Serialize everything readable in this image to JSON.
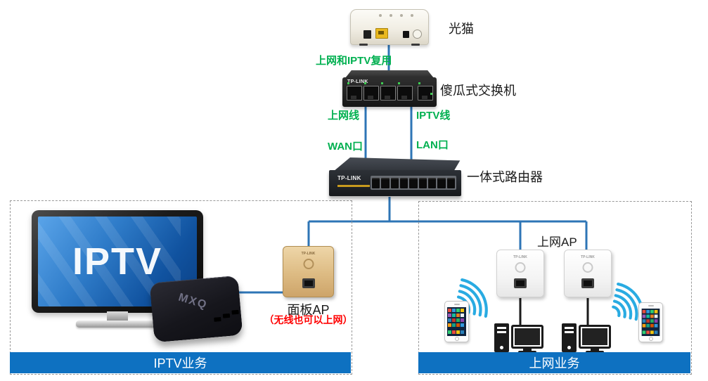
{
  "devices": {
    "modem": {
      "label": "光猫"
    },
    "switch": {
      "label": "傻瓜式交换机",
      "brand": "TP-LINK"
    },
    "router": {
      "label": "一体式路由器",
      "brand": "TP-LINK"
    },
    "panel_ap": {
      "label": "面板AP",
      "note": "（无线也可以上网）",
      "brand": "TP-LINK"
    },
    "internet_ap": {
      "label": "上网AP",
      "brand": "TP-LINK"
    },
    "tv": {
      "screen_text": "IPTV"
    },
    "stb": {
      "brand": "MXQ"
    }
  },
  "connections": {
    "modem_switch": "上网和IPTV复用",
    "internet_cable": "上网线",
    "iptv_cable": "IPTV线",
    "wan_port": "WAN口",
    "lan_port": "LAN口"
  },
  "zones": {
    "iptv": {
      "label": "IPTV业务"
    },
    "internet": {
      "label": "上网业务"
    }
  },
  "colors": {
    "cable_blue": "#2E75B6",
    "cable_label_green": "#00B050",
    "note_red": "#FF0000",
    "zone_bar_blue": "#0E71C1",
    "wifi_cyan": "#29ABE2"
  }
}
